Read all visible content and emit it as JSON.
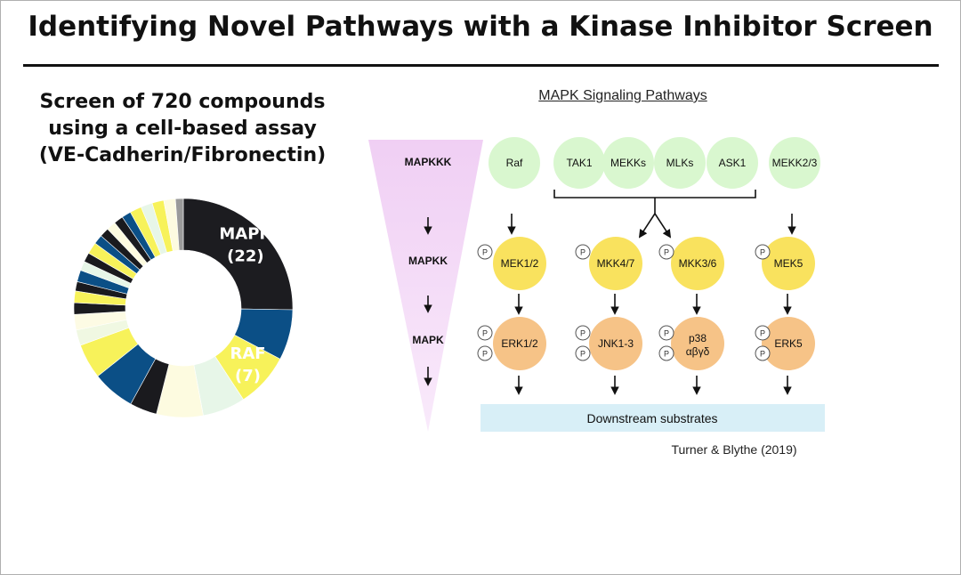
{
  "slide": {
    "title": "Identifying Novel Pathways with a Kinase Inhibitor Screen",
    "screen_description": [
      "Screen of 720 compounds",
      "using a cell-based assay",
      "(VE-Cadherin/Fibronectin)"
    ]
  },
  "chart_data": {
    "type": "pie",
    "variant": "donut",
    "slices": [
      {
        "label_lines": [
          "MAPK",
          "(22)"
        ],
        "value": 22,
        "color": "#1c1c20",
        "label_color": "#ffffff"
      },
      {
        "label_lines": [],
        "value": 6.5,
        "color": "#0b4f86"
      },
      {
        "label_lines": [
          "RAF",
          "(7)"
        ],
        "value": 7,
        "color": "#f7f25a",
        "label_color": "#ffffff"
      },
      {
        "label_lines": [],
        "value": 5.5,
        "color": "#e7f6e8"
      },
      {
        "label_lines": [],
        "value": 6,
        "color": "#fdfbe0"
      },
      {
        "label_lines": [],
        "value": 3.5,
        "color": "#1a1a1e"
      },
      {
        "label_lines": [],
        "value": 5.5,
        "color": "#0b4f86"
      },
      {
        "label_lines": [],
        "value": 4.5,
        "color": "#f7f25a"
      },
      {
        "label_lines": [],
        "value": 2,
        "color": "#f0f8e2"
      },
      {
        "label_lines": [],
        "value": 2,
        "color": "#fdfbe4"
      },
      {
        "label_lines": [],
        "value": 1.5,
        "color": "#1a1a1e"
      },
      {
        "label_lines": [],
        "value": 1.5,
        "color": "#f7f25a"
      },
      {
        "label_lines": [],
        "value": 1.2,
        "color": "#1a1a1e"
      },
      {
        "label_lines": [],
        "value": 1.5,
        "color": "#0b4f86"
      },
      {
        "label_lines": [],
        "value": 1.2,
        "color": "#e7f6e8"
      },
      {
        "label_lines": [],
        "value": 1.2,
        "color": "#1a1a1e"
      },
      {
        "label_lines": [],
        "value": 1.5,
        "color": "#f7f25a"
      },
      {
        "label_lines": [],
        "value": 1.2,
        "color": "#0b4f86"
      },
      {
        "label_lines": [],
        "value": 1.2,
        "color": "#1a1a1e"
      },
      {
        "label_lines": [],
        "value": 1.2,
        "color": "#fdfbe0"
      },
      {
        "label_lines": [],
        "value": 1.2,
        "color": "#1a1a1e"
      },
      {
        "label_lines": [],
        "value": 1.2,
        "color": "#0b4f86"
      },
      {
        "label_lines": [],
        "value": 1.5,
        "color": "#f7f25a"
      },
      {
        "label_lines": [],
        "value": 1.5,
        "color": "#e7f6e8"
      },
      {
        "label_lines": [],
        "value": 1.5,
        "color": "#f7f25a"
      },
      {
        "label_lines": [],
        "value": 1.5,
        "color": "#fdfbe0"
      },
      {
        "label_lines": [],
        "value": 1,
        "color": "#9a9a9a"
      }
    ]
  },
  "diagram": {
    "title": "MAPK Signaling Pathways",
    "tiers": [
      "MAPKKK",
      "MAPKK",
      "MAPK"
    ],
    "mapkkk_nodes": [
      "Raf",
      "TAK1",
      "MEKKs",
      "MLKs",
      "ASK1",
      "MEKK2/3"
    ],
    "mapkk_nodes": [
      "MEK1/2",
      "MKK4/7",
      "MKK3/6",
      "MEK5"
    ],
    "mapk_nodes": [
      {
        "label": "ERK1/2",
        "sublabel": ""
      },
      {
        "label": "JNK1-3",
        "sublabel": ""
      },
      {
        "label": "p38",
        "sublabel": "αβγδ"
      },
      {
        "label": "ERK5",
        "sublabel": ""
      }
    ],
    "phospho_label": "P",
    "substrates_label": "Downstream substrates",
    "citation": "Turner & Blythe (2019)",
    "colors": {
      "mapkkk_fill": "#d9f7cf",
      "mapkk_fill": "#f9e25e",
      "mapk_fill": "#f6c387",
      "substrate_bar": "#d8eff7",
      "gradient_triangle": "#f3d6f6"
    }
  }
}
